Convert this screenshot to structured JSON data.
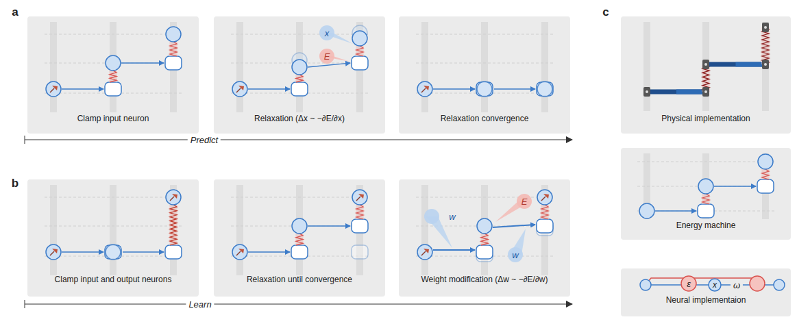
{
  "diagram": {
    "nodes": [
      {
        "text": [
          "Clamp input neuron"
        ]
      },
      {
        "text": [
          "Relaxation (Δx ~ −∂E/∂x)"
        ]
      },
      {
        "text": [
          "Relaxation convergence"
        ]
      },
      {
        "text": [
          "Clamp input and output neurons"
        ]
      },
      {
        "text": [
          "Relaxation until convergence"
        ]
      },
      {
        "text": [
          "Weight modification (Δw ~ −∂E/∂w)"
        ]
      },
      {
        "text": [
          "Physical implementation"
        ]
      },
      {
        "text": [
          "Energy machine"
        ]
      },
      {
        "text": [
          "Neural implementaion"
        ]
      }
    ],
    "edges": [],
    "labels": [
      "a",
      "Predict",
      "b",
      "Learn",
      "c",
      "x",
      "E",
      "w",
      "E",
      "w",
      "ε",
      "x",
      "ω"
    ]
  }
}
